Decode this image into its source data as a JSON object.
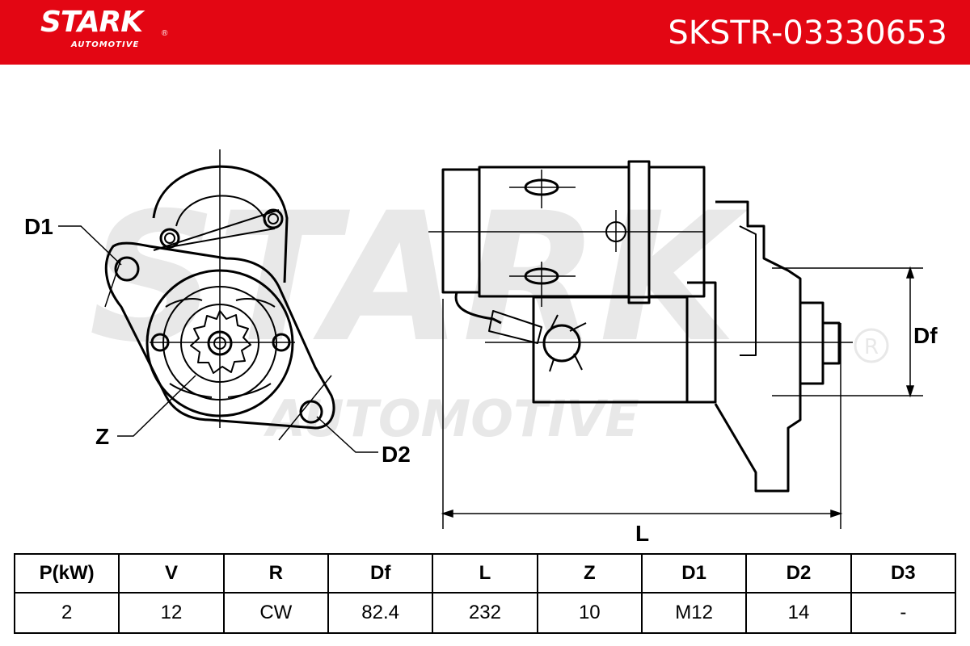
{
  "header": {
    "brand": "STARK",
    "brand_sub": "AUTOMOTIVE",
    "part_number": "SKSTR-03330653",
    "bg_color": "#e30613"
  },
  "watermark": {
    "top": "STARK",
    "bottom": "AUTOMOTIVE"
  },
  "labels": {
    "d1": "D1",
    "d2": "D2",
    "z": "Z",
    "df": "Df",
    "l": "L"
  },
  "table": {
    "headers": [
      "P(kW)",
      "V",
      "R",
      "Df",
      "L",
      "Z",
      "D1",
      "D2",
      "D3"
    ],
    "values": [
      "2",
      "12",
      "CW",
      "82.4",
      "232",
      "10",
      "M12",
      "14",
      "-"
    ]
  }
}
